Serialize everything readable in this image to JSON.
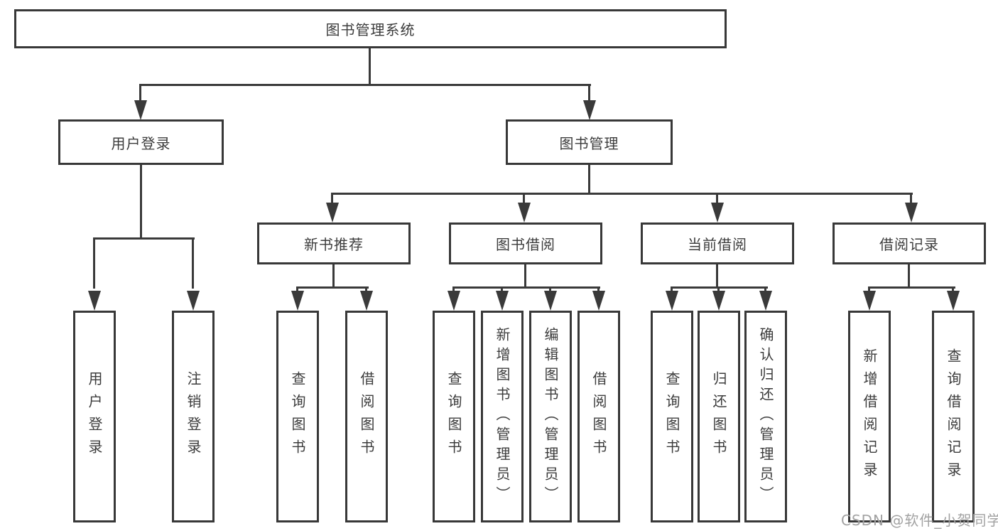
{
  "tree": {
    "root": {
      "label": "图书管理系统"
    },
    "branches": [
      {
        "label": "用户登录",
        "children": [
          {
            "label": "用户登录"
          },
          {
            "label": "注销登录"
          }
        ]
      },
      {
        "label": "图书管理",
        "children": [
          {
            "label": "新书推荐",
            "children": [
              {
                "label": "查询图书"
              },
              {
                "label": "借阅图书"
              }
            ]
          },
          {
            "label": "图书借阅",
            "children": [
              {
                "label": "查询图书"
              },
              {
                "label": "新增图书（管理员）"
              },
              {
                "label": "编辑图书（管理员）"
              },
              {
                "label": "借阅图书"
              }
            ]
          },
          {
            "label": "当前借阅",
            "children": [
              {
                "label": "查询图书"
              },
              {
                "label": "归还图书"
              },
              {
                "label": "确认归还（管理员）"
              }
            ]
          },
          {
            "label": "借阅记录",
            "children": [
              {
                "label": "新增借阅记录"
              },
              {
                "label": "查询借阅记录"
              }
            ]
          }
        ]
      }
    ]
  },
  "watermark": {
    "text": "CSDN @软件_小贺同学"
  },
  "colors": {
    "line": "#3a3a3a",
    "border": "#383838",
    "text": "#3c3c3c",
    "watermark": "#a2a2a2",
    "background": "#ffffff"
  }
}
